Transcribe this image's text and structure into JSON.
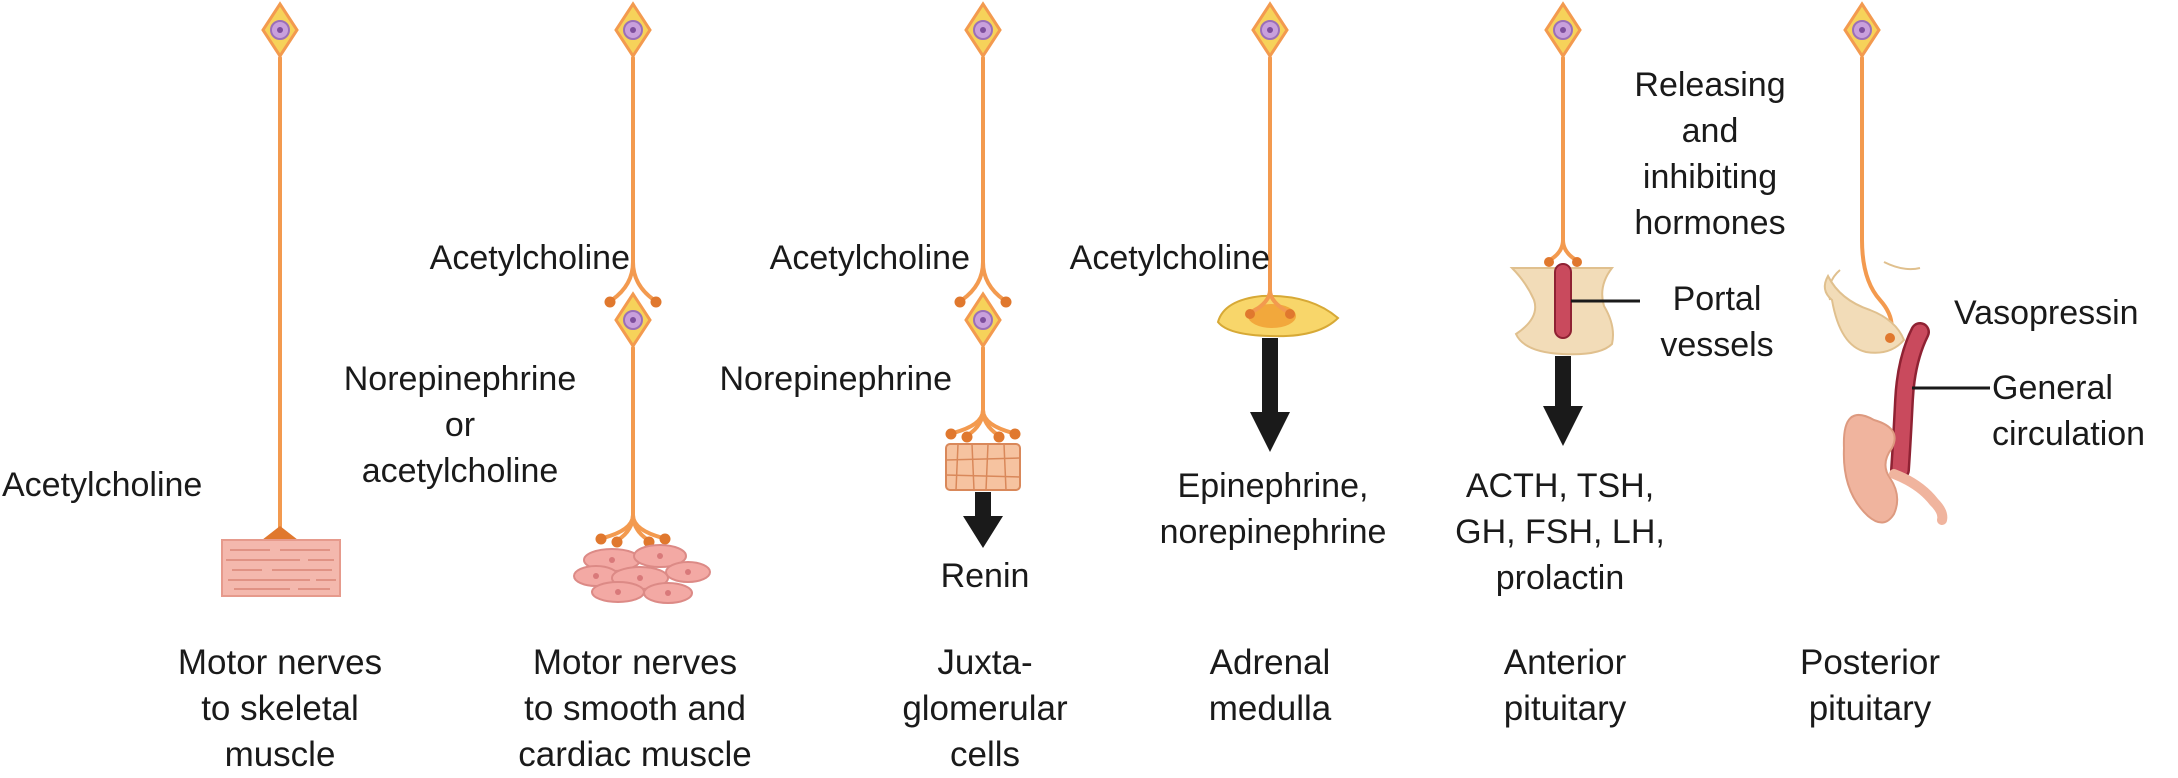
{
  "colors": {
    "axon": "#f39a4f",
    "soma_fill": "#f6d25a",
    "nucleus": "#c9a0dc",
    "bouton": "#e0782e",
    "skeletal_muscle": "#f4b8ad",
    "smooth_muscle": "#f3a9a4",
    "jg_cells": "#f6c3a0",
    "adrenal": "#f8d66a",
    "pituitary": "#f2dcb8",
    "vessel": "#c94a5d",
    "kidney": "#f0b49e",
    "arrow": "#1a1a1a"
  },
  "panels": [
    {
      "id": "skeletal",
      "labels": [
        "Acetylcholine"
      ],
      "caption": "Motor nerves\nto skeletal\nmuscle"
    },
    {
      "id": "smooth",
      "labels": [
        "Acetylcholine",
        "Norepinephrine\nor\nacetylcholine"
      ],
      "caption": "Motor nerves\nto smooth and\ncardiac muscle"
    },
    {
      "id": "jg",
      "labels": [
        "Acetylcholine",
        "Norepinephrine",
        "Renin"
      ],
      "caption": "Juxta-\nglomerular\ncells"
    },
    {
      "id": "adrenal",
      "labels": [
        "Acetylcholine",
        "Epinephrine,\nnorepinephrine"
      ],
      "caption": "Adrenal\nmedulla"
    },
    {
      "id": "anterior",
      "labels": [
        "Releasing\nand\ninhibiting\nhormones",
        "Portal\nvessels",
        "ACTH, TSH,\nGH, FSH, LH,\nprolactin"
      ],
      "caption": "Anterior\npituitary"
    },
    {
      "id": "posterior",
      "labels": [
        "Vasopressin",
        "General\ncirculation"
      ],
      "caption": "Posterior\npituitary"
    }
  ]
}
